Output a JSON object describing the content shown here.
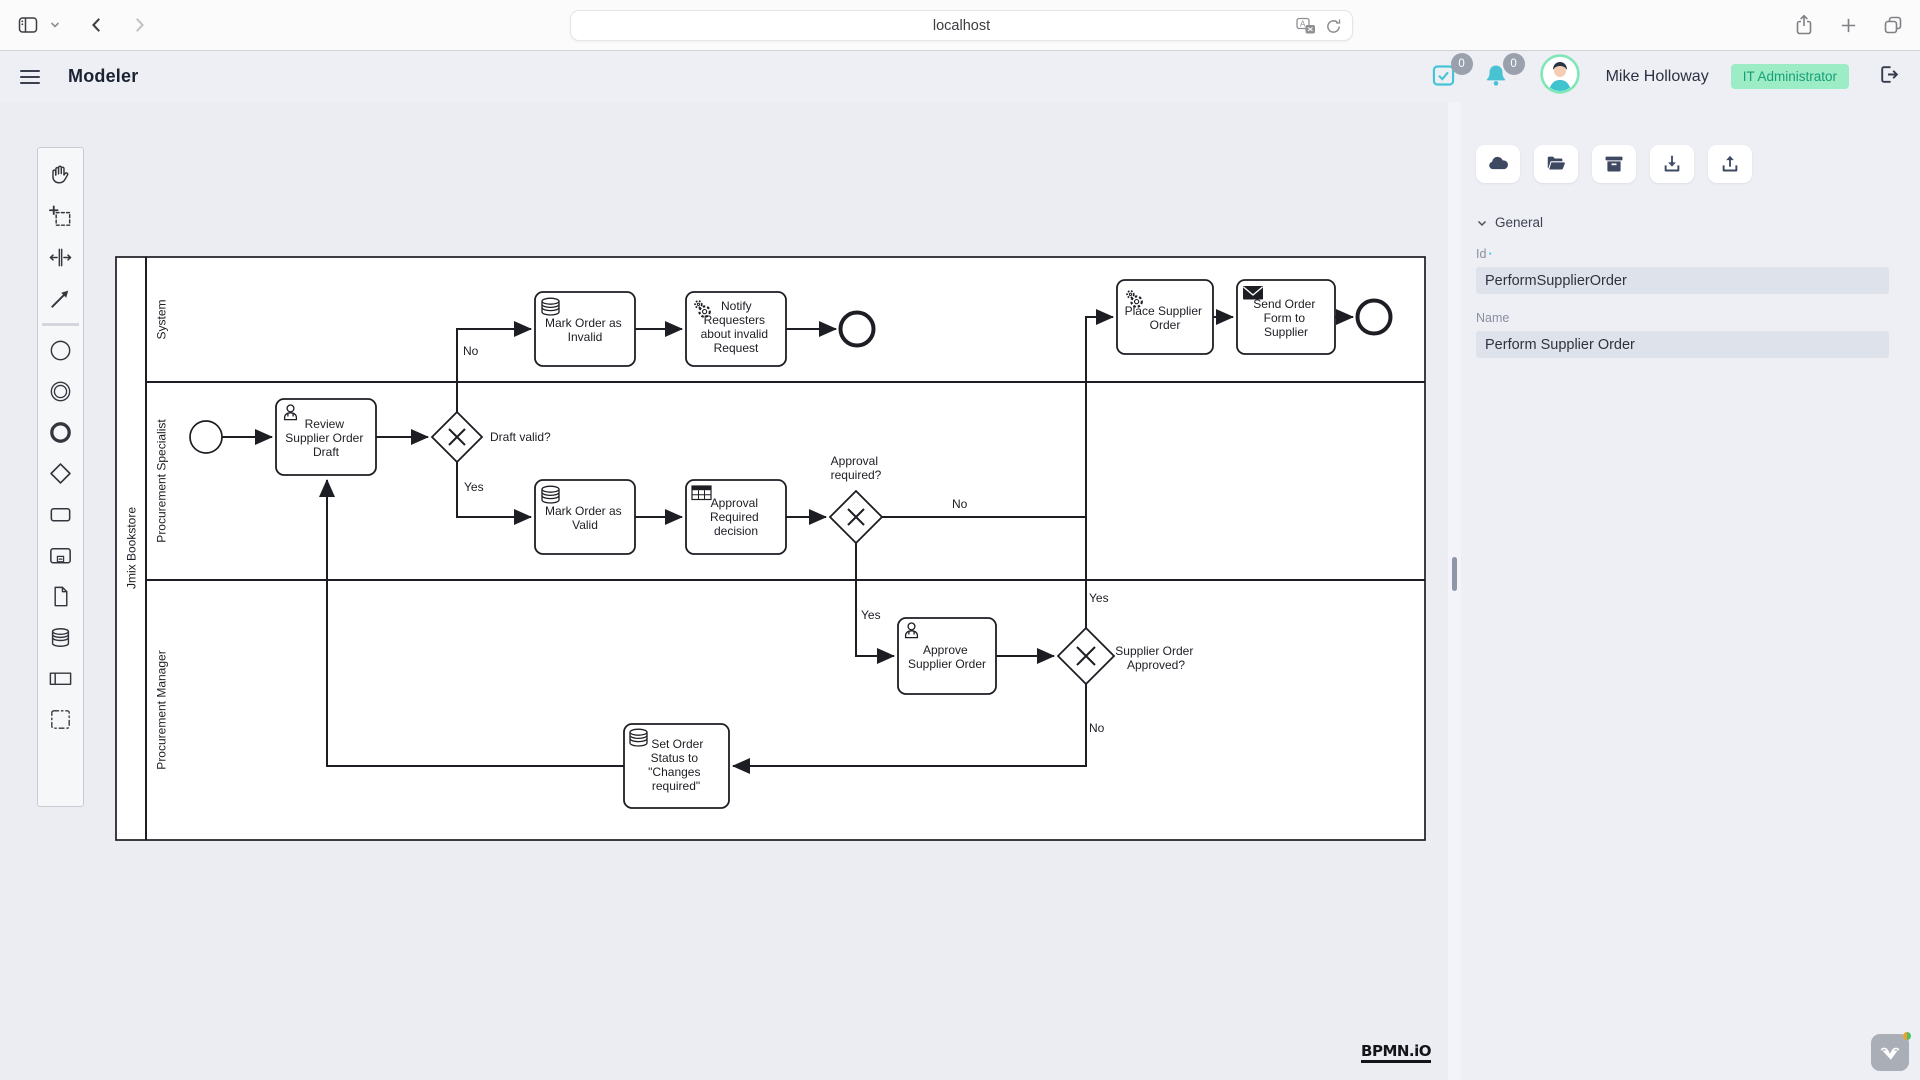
{
  "browser": {
    "url": "localhost"
  },
  "header": {
    "title": "Modeler",
    "inbox_count": "0",
    "notifications_count": "0",
    "user_name": "Mike Holloway",
    "user_role": "IT Administrator"
  },
  "palette": {
    "items": [
      "hand-tool",
      "lasso-tool",
      "space-tool",
      "global-connect-tool",
      "create-start-event",
      "create-intermediate-event",
      "create-end-event",
      "create-gateway",
      "create-task",
      "create-subprocess",
      "create-data-object",
      "create-data-store",
      "create-participant",
      "create-group"
    ]
  },
  "panel": {
    "toolbar": [
      "save-cloud",
      "open-file",
      "archive",
      "download",
      "upload"
    ],
    "general_label": "General",
    "id_label": "Id",
    "id_value": "PerformSupplierOrder",
    "name_label": "Name",
    "name_value": "Perform Supplier Order"
  },
  "diagram": {
    "pool": "Jmix Bookstore",
    "lanes": [
      "System",
      "Procurement Specialist",
      "Procurement Manager"
    ],
    "nodes": {
      "review": [
        "Review",
        "Supplier Order",
        "Draft"
      ],
      "mark_invalid": [
        "Mark Order as",
        "Invalid"
      ],
      "notify": [
        "Notify",
        "Requesters",
        "about invalid",
        "Request"
      ],
      "mark_valid": [
        "Mark Order as",
        "Valid"
      ],
      "decision": [
        "Approval",
        "Required",
        "decision"
      ],
      "place": [
        "Place Supplier",
        "Order"
      ],
      "send": [
        "Send Order",
        "Form to",
        "Supplier"
      ],
      "approve": [
        "Approve",
        "Supplier Order"
      ],
      "set_status": [
        "Set Order",
        "Status to",
        "\"Changes",
        "required\""
      ]
    },
    "labels": {
      "draft_valid": "Draft valid?",
      "approval_required": [
        "Approval",
        "required?"
      ],
      "supplier_approved": [
        "Supplier Order",
        "Approved?"
      ],
      "yes": "Yes",
      "no": "No"
    }
  },
  "logo": "BPMN.iO"
}
